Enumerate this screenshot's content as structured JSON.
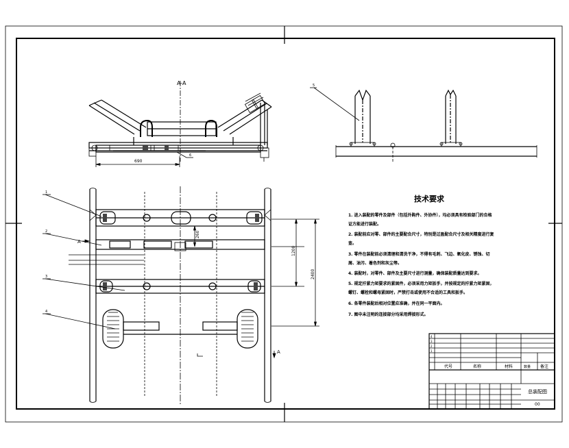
{
  "section_label": "A-A",
  "dim_width": "690",
  "dim_pitch": "260",
  "dim_span1": "1200",
  "dim_span2": "2400",
  "section_mark_a1": "A",
  "section_mark_a2": "A",
  "tech_title": "技术要求",
  "tech_lines": [
    "1. 进入装配的零件及部件（包括外购件、外协件），均必须具有检验部门的合格",
    "证方能进行装配。",
    "2. 装配前应对零、部件的主要配合尺寸，特别是过盈配合尺寸及相关精度进行复",
    "查。",
    "3. 零件在装配前必须清理和清洗干净，不得有毛刺、飞边、氧化皮、锈蚀、切",
    "屑、油污、着色剂和灰尘等。",
    "4. 装配时，对零件、部件及主要尺寸进行测量，确保装配质量达到要求。",
    "5. 规定拧紧力矩要求的紧固件，必须采用力矩扳手，并按规定的拧紧力矩紧固，",
    "螺钉、螺栓和螺母紧固时，严禁打击或使用不合适的工具和扳手。",
    "6. 各零件装配后相对位置应准确，并在同一平面内。",
    "7. 图中未注明的连接部分均采用焊接形式。"
  ],
  "title_block": {
    "col_code": "代号",
    "col_name": "名称",
    "col_qty": "数量",
    "col_material": "材料",
    "col_note": "备注",
    "drawing_name": "总装配图",
    "sheet": "00",
    "bom_rows": [
      {
        "no": "4",
        "code": "",
        "name": "",
        "qty": "",
        "mat": ""
      },
      {
        "no": "3",
        "code": "",
        "name": "",
        "qty": "",
        "mat": ""
      },
      {
        "no": "2",
        "code": "",
        "name": "",
        "qty": "",
        "mat": ""
      },
      {
        "no": "1",
        "code": "",
        "name": "",
        "qty": "",
        "mat": ""
      }
    ]
  },
  "callouts": [
    "1",
    "2",
    "3",
    "4",
    "5",
    "6"
  ]
}
